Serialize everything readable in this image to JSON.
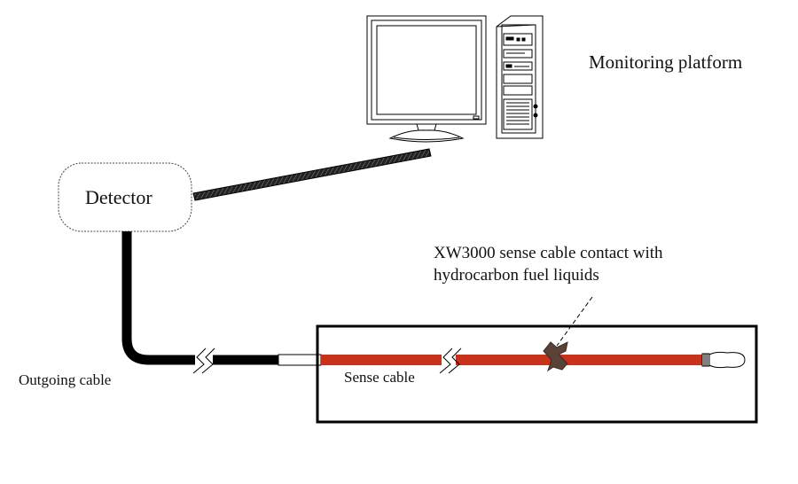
{
  "diagram": {
    "monitoring_platform_label": "Monitoring platform",
    "detector_label": "Detector",
    "contact_label_line1": "XW3000 sense cable contact with",
    "contact_label_line2": "hydrocarbon fuel liquids",
    "outgoing_cable_label": "Outgoing cable",
    "sense_cable_label": "Sense cable",
    "colors": {
      "sense_cable": "#c8321a",
      "cable_black": "#000000",
      "fuel_drop": "#5a4237",
      "background": "#ffffff"
    }
  }
}
